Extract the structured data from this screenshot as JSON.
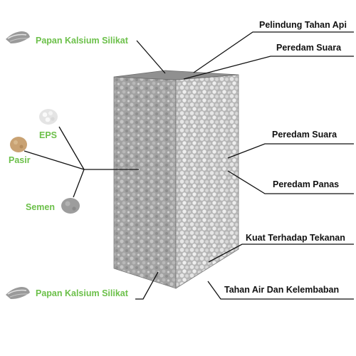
{
  "colors": {
    "green_label": "#6cc04a",
    "dark_label": "#111111",
    "line": "#111111",
    "panel_top": "#8f8f8f",
    "block_left": "#a3a3a3",
    "block_right": "#bdbdbd"
  },
  "materials": {
    "top_board": "Papan Kalsium Silikat",
    "eps": "EPS",
    "sand": "Pasir",
    "cement": "Semen",
    "bottom_board": "Papan Kalsium Silikat"
  },
  "properties": {
    "fire": "Pelindung Tahan Api",
    "sound_top": "Peredam Suara",
    "sound_side": "Peredam Suara",
    "heat": "Peredam Panas",
    "pressure": "Kuat Terhadap Tekanan",
    "moisture": "Tahan Air Dan Kelembaban"
  },
  "icons": {
    "top_board": "calcium-silicate-board-icon",
    "eps": "eps-beads-icon",
    "sand": "sand-pile-icon",
    "cement": "cement-pile-icon",
    "bottom_board": "calcium-silicate-board-icon"
  }
}
